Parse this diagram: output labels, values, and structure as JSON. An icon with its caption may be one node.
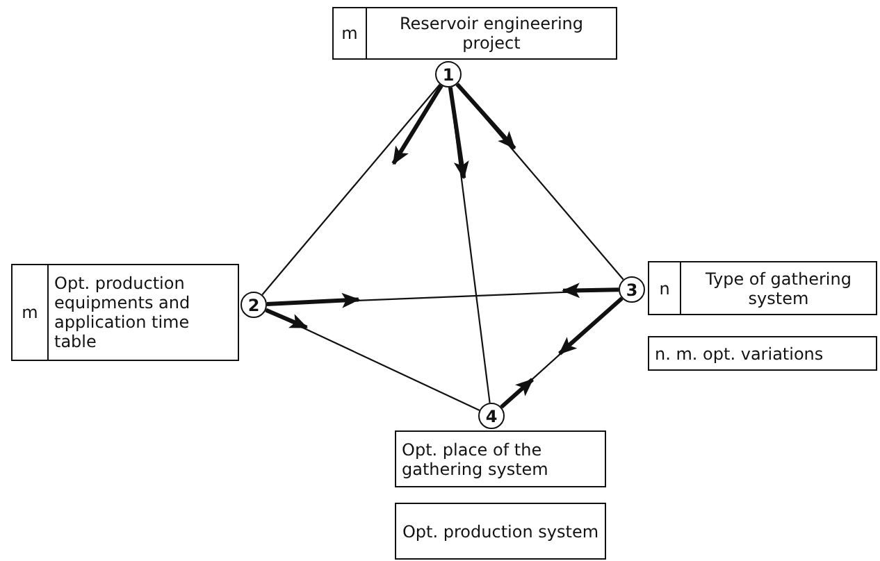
{
  "diagram": {
    "nodes": [
      {
        "text": [
          "m",
          "Reservoir engineering project"
        ]
      },
      {
        "text": [
          "1"
        ]
      },
      {
        "text": [
          "m",
          "Opt. production equipments and application time table"
        ]
      },
      {
        "text": [
          "2"
        ]
      },
      {
        "text": [
          "n",
          "Type of gathering system"
        ]
      },
      {
        "text": [
          "3"
        ]
      },
      {
        "text": [
          "n. m. opt. variations"
        ]
      },
      {
        "text": [
          "4"
        ]
      },
      {
        "text": [
          "Opt. place of the gathering system"
        ]
      },
      {
        "text": [
          "Opt. production system"
        ]
      }
    ],
    "edges": [
      {
        "from": 1,
        "to": 3,
        "arrow": "none"
      },
      {
        "from": 1,
        "to": 7,
        "arrow": "none"
      },
      {
        "from": 1,
        "to": 5,
        "arrow": "none"
      },
      {
        "from": 3,
        "to": 5,
        "arrow": "none"
      },
      {
        "from": 3,
        "to": 7,
        "arrow": "none"
      },
      {
        "from": 5,
        "to": 7,
        "arrow": "none"
      },
      {
        "from": 1,
        "to": null,
        "arrow": "to"
      },
      {
        "from": 1,
        "to": null,
        "arrow": "to"
      },
      {
        "from": 1,
        "to": null,
        "arrow": "to"
      },
      {
        "from": 3,
        "to": null,
        "arrow": "to"
      },
      {
        "from": 3,
        "to": null,
        "arrow": "to"
      },
      {
        "from": 5,
        "to": null,
        "arrow": "to"
      },
      {
        "from": 5,
        "to": null,
        "arrow": "to"
      },
      {
        "from": 7,
        "to": null,
        "arrow": "to"
      }
    ]
  }
}
